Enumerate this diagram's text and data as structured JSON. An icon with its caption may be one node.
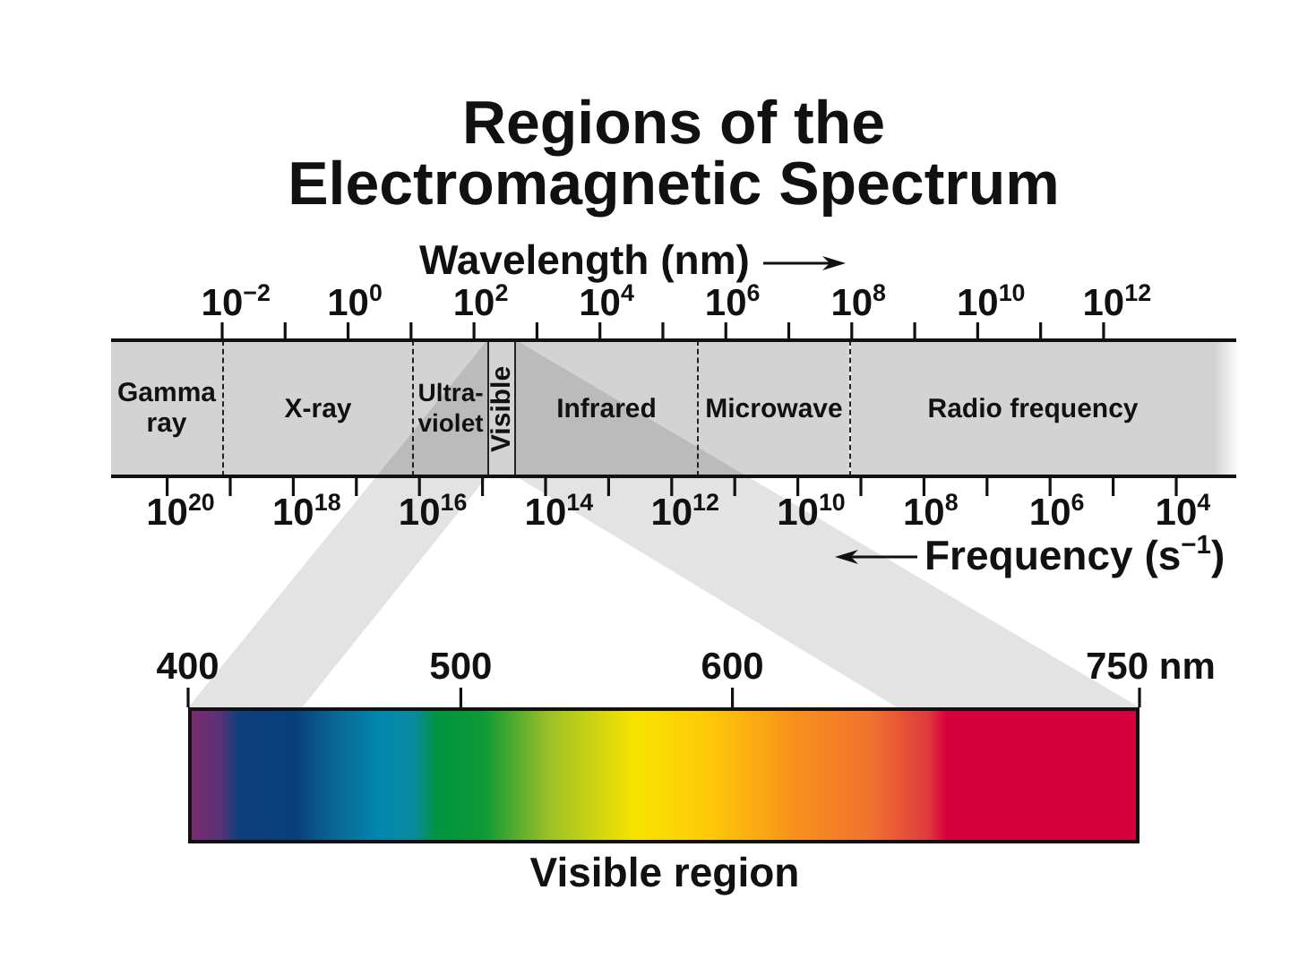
{
  "diagram": {
    "title": "Regions of the Electromagnetic Spectrum",
    "nodes": [
      {
        "text": [
          "Gamma ray"
        ]
      },
      {
        "text": [
          "X-ray"
        ]
      },
      {
        "text": [
          "Ultra- violet"
        ]
      },
      {
        "text": [
          "Visible"
        ]
      },
      {
        "text": [
          "Infrared"
        ]
      },
      {
        "text": [
          "Microwave"
        ]
      },
      {
        "text": [
          "Radio frequency"
        ]
      },
      {
        "text": [],
        "shape": "bar",
        "beside": [
          "Visible region"
        ]
      }
    ],
    "edges": [
      {
        "from": 3,
        "to": 7,
        "arrow": "none"
      }
    ],
    "labels": [
      "Wavelength (nm)",
      "10$^{−2}$",
      "10$^{0}$",
      "10$^{2}$",
      "10$^{4}$",
      "10$^{6}$",
      "10$^{8}$",
      "10$^{10}$",
      "10$^{12}$",
      "10$^{20}$",
      "10$^{18}$",
      "10$^{16}$",
      "10$^{14}$",
      "10$^{12}$",
      "10$^{10}$",
      "10$^{8}$",
      "10$^{6}$",
      "10$^{4}$",
      "Frequency (s$^{−1}$)",
      "400",
      "500",
      "600",
      "750 nm"
    ]
  }
}
